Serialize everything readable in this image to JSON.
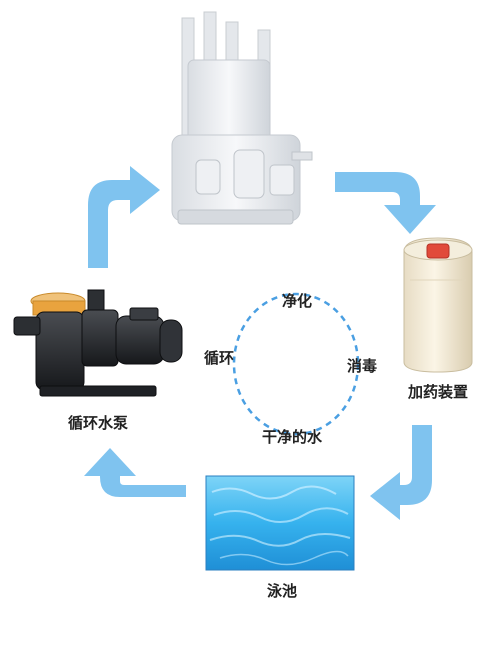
{
  "cycle": {
    "inner_labels": {
      "top": "净化",
      "left": "循环",
      "right": "消毒",
      "bottom": "干净的水"
    }
  },
  "components": {
    "pump_label": "循环水泵",
    "dosing_label": "加药装置",
    "pool_label": "泳池"
  },
  "colors": {
    "arrow": "#7fc3ef",
    "dashed_ring": "#4a9fe2",
    "water": "#3fb6f0"
  },
  "icons": [
    "sand-filter-icon",
    "chemical-tank-icon",
    "pool-water-icon",
    "water-pump-icon"
  ]
}
